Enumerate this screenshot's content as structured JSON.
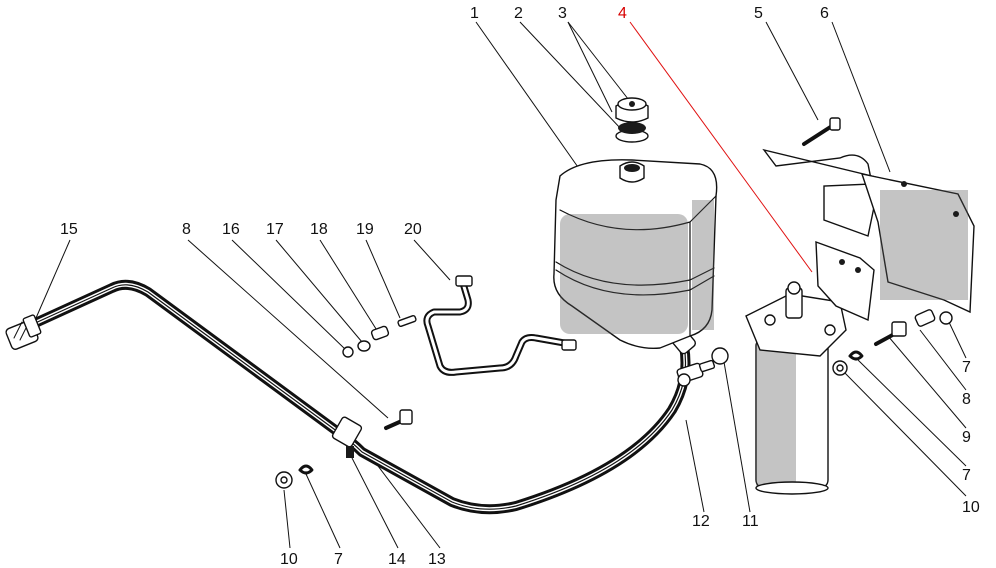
{
  "callouts": [
    {
      "id": "c1",
      "text": "1"
    },
    {
      "id": "c2",
      "text": "2"
    },
    {
      "id": "c3",
      "text": "3"
    },
    {
      "id": "c4",
      "text": "4",
      "color": "#d80000"
    },
    {
      "id": "c5",
      "text": "5"
    },
    {
      "id": "c6",
      "text": "6"
    },
    {
      "id": "c7a",
      "text": "7"
    },
    {
      "id": "c8a",
      "text": "8"
    },
    {
      "id": "c9",
      "text": "9"
    },
    {
      "id": "c7b",
      "text": "7"
    },
    {
      "id": "c10a",
      "text": "10"
    },
    {
      "id": "c11",
      "text": "11"
    },
    {
      "id": "c12",
      "text": "12"
    },
    {
      "id": "c15",
      "text": "15"
    },
    {
      "id": "c8b",
      "text": "8"
    },
    {
      "id": "c16",
      "text": "16"
    },
    {
      "id": "c17",
      "text": "17"
    },
    {
      "id": "c18",
      "text": "18"
    },
    {
      "id": "c19",
      "text": "19"
    },
    {
      "id": "c20",
      "text": "20"
    },
    {
      "id": "c10b",
      "text": "10"
    },
    {
      "id": "c7c",
      "text": "7"
    },
    {
      "id": "c14",
      "text": "14"
    },
    {
      "id": "c13",
      "text": "13"
    }
  ],
  "colors": {
    "ink": "#111111",
    "highlight": "#d80000",
    "background": "#ffffff"
  }
}
